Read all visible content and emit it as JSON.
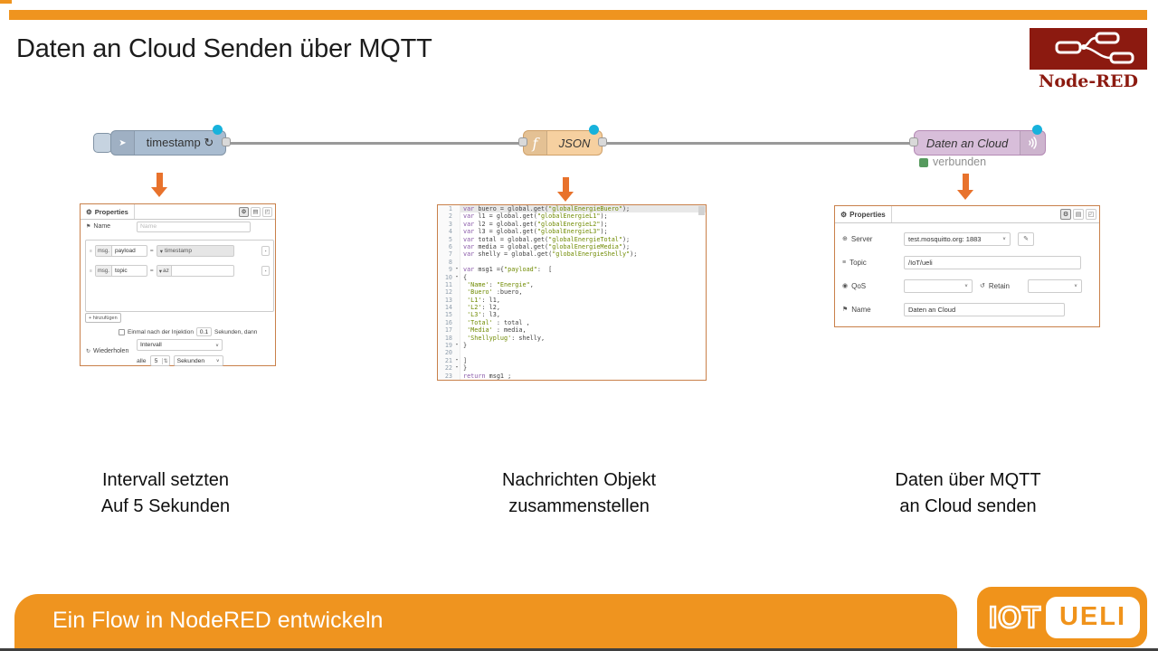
{
  "colors": {
    "accent_orange": "#EF941F",
    "logo_orange": "#F0931B",
    "arrow_orange": "#E8722C",
    "panel_border": "#C9804A",
    "node_red_maroon": "#8C1A10",
    "inject_node_fill": "#A9BCD0",
    "function_node_fill": "#F6D0A0",
    "mqtt_node_fill": "#D8BEDA",
    "wire_gray": "#999999",
    "port_gray": "#D9D9D9",
    "changed_dot_blue": "#17B2DC",
    "status_green": "#569A5E"
  },
  "slide": {
    "title": "Daten an Cloud Senden über MQTT",
    "footer_title": "Ein Flow in NodeRED entwickeln"
  },
  "logos": {
    "node_red_label": "Node-RED",
    "iot_ueli": {
      "iot": "IOT",
      "ueli": "UELI"
    }
  },
  "flow": {
    "inject": {
      "label": "timestamp ↻"
    },
    "function": {
      "icon": "f",
      "label": "JSON"
    },
    "mqtt": {
      "label": "Daten an Cloud",
      "status": "verbunden"
    }
  },
  "dialog_inject": {
    "header": "Properties",
    "name_label": "Name",
    "name_placeholder": "Name",
    "msg_rows": [
      {
        "prefix": "msg.",
        "prop": "payload",
        "op": "=",
        "type_arrow": "▾",
        "value": "timestamp"
      },
      {
        "prefix": "msg.",
        "prop": "topic",
        "op": "=",
        "type_arrow": "▾",
        "value": "az"
      }
    ],
    "add_button": "+ hinzufügen",
    "once_label": "Einmal nach der Injektion",
    "once_value": "0.1",
    "once_suffix": "Sekunden, dann",
    "repeat_label": "Wiederholen",
    "repeat_value": "Intervall",
    "every_label": "alle",
    "every_value": "5",
    "every_unit": "Sekunden"
  },
  "function_code": {
    "lines": [
      {
        "n": "1",
        "fold": false,
        "hl": true,
        "text": "var buero = global.get(\"globalEnergieBuero\");"
      },
      {
        "n": "2",
        "fold": false,
        "hl": false,
        "text": "var l1 = global.get(\"globalEnergieL1\");"
      },
      {
        "n": "3",
        "fold": false,
        "hl": false,
        "text": "var l2 = global.get(\"globalEnergieL2\");"
      },
      {
        "n": "4",
        "fold": false,
        "hl": false,
        "text": "var l3 = global.get(\"globalEnergieL3\");"
      },
      {
        "n": "5",
        "fold": false,
        "hl": false,
        "text": "var total = global.get(\"globalEnergieTotal\");"
      },
      {
        "n": "6",
        "fold": false,
        "hl": false,
        "text": "var media = global.get(\"globalEnergieMedia\");"
      },
      {
        "n": "7",
        "fold": false,
        "hl": false,
        "text": "var shelly = global.get(\"globalEnergieShelly\");"
      },
      {
        "n": "8",
        "fold": false,
        "hl": false,
        "text": ""
      },
      {
        "n": "9",
        "fold": true,
        "hl": false,
        "text": "var msg1 ={\"payload\":  ["
      },
      {
        "n": "10",
        "fold": true,
        "hl": false,
        "text": "{"
      },
      {
        "n": "11",
        "fold": false,
        "hl": false,
        "text": " 'Name': \"Energie\","
      },
      {
        "n": "12",
        "fold": false,
        "hl": false,
        "text": " 'Buero' :buero,"
      },
      {
        "n": "13",
        "fold": false,
        "hl": false,
        "text": " 'L1': l1,"
      },
      {
        "n": "14",
        "fold": false,
        "hl": false,
        "text": " 'L2': l2,"
      },
      {
        "n": "15",
        "fold": false,
        "hl": false,
        "text": " 'L3': l3,"
      },
      {
        "n": "16",
        "fold": false,
        "hl": false,
        "text": " 'Total' : total ,"
      },
      {
        "n": "17",
        "fold": false,
        "hl": false,
        "text": " 'Media' : media,"
      },
      {
        "n": "18",
        "fold": false,
        "hl": false,
        "text": " 'Shellyplug': shelly,"
      },
      {
        "n": "19",
        "fold": true,
        "hl": false,
        "text": "}"
      },
      {
        "n": "20",
        "fold": false,
        "hl": false,
        "text": ""
      },
      {
        "n": "21",
        "fold": true,
        "hl": false,
        "text": "]"
      },
      {
        "n": "22",
        "fold": true,
        "hl": false,
        "text": "}"
      },
      {
        "n": "23",
        "fold": false,
        "hl": false,
        "text": "return msg1 ;"
      }
    ]
  },
  "dialog_mqtt": {
    "header": "Properties",
    "server_label": "Server",
    "server_value": "test.mosquitto.org: 1883",
    "topic_label": "Topic",
    "topic_value": "/IoT/ueli",
    "qos_label": "QoS",
    "retain_label": "Retain",
    "name_label": "Name",
    "name_value": "Daten an Cloud"
  },
  "captions": [
    {
      "line1": "Intervall setzten",
      "line2": "Auf 5 Sekunden"
    },
    {
      "line1": "Nachrichten Objekt",
      "line2": "zusammenstellen"
    },
    {
      "line1": "Daten über MQTT",
      "line2": "an Cloud senden"
    }
  ]
}
